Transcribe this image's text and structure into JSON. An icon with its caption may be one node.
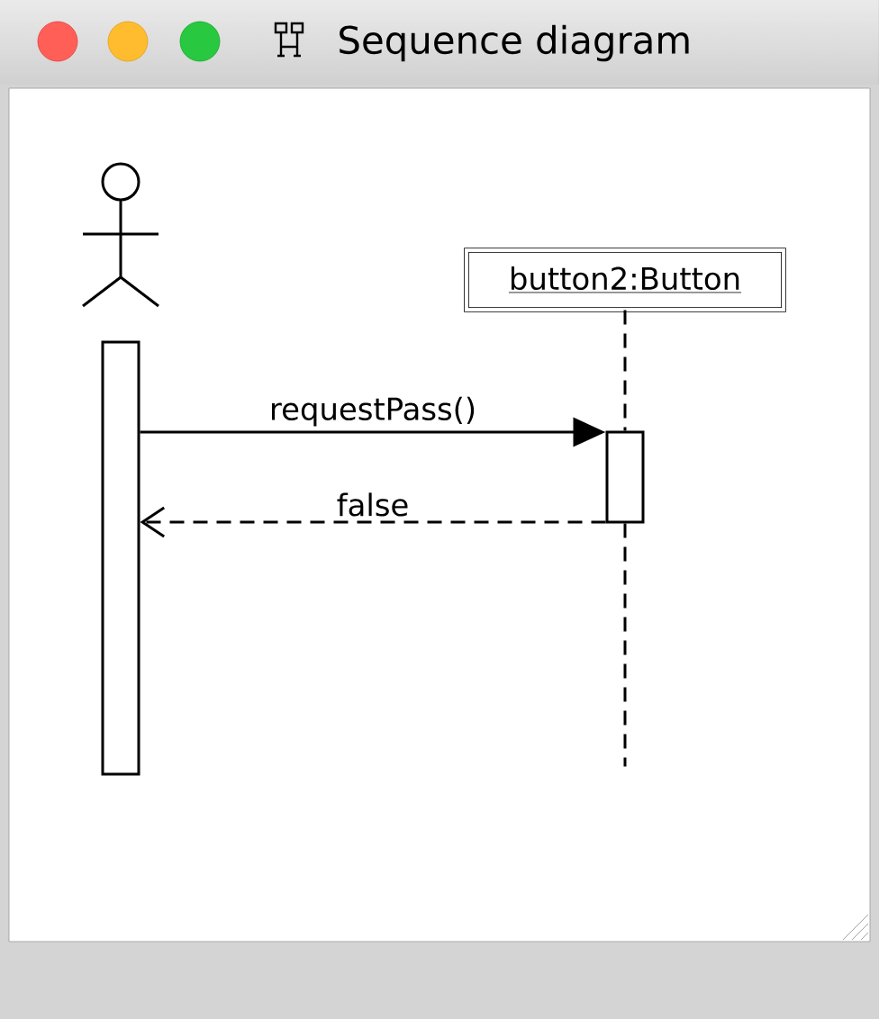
{
  "diagram": {
    "title": "Sequence diagram",
    "nodes": [
      {
        "text": [],
        "shape": "person"
      },
      {
        "text": [],
        "shape": "bar"
      },
      {
        "text": [
          "button2:Button"
        ]
      },
      {
        "text": [],
        "shape": "bar"
      }
    ],
    "edges": [
      {
        "from": 1,
        "to": 3,
        "arrow": "to",
        "label": "requestPass()"
      },
      {
        "from": 3,
        "to": 1,
        "arrow": "to",
        "label": "false",
        "style": "dashed"
      },
      {
        "from": 2,
        "to": 3,
        "arrow": "none",
        "style": "dashed"
      },
      {
        "from": 3,
        "to": null,
        "arrow": "none",
        "style": "dashed"
      }
    ]
  }
}
